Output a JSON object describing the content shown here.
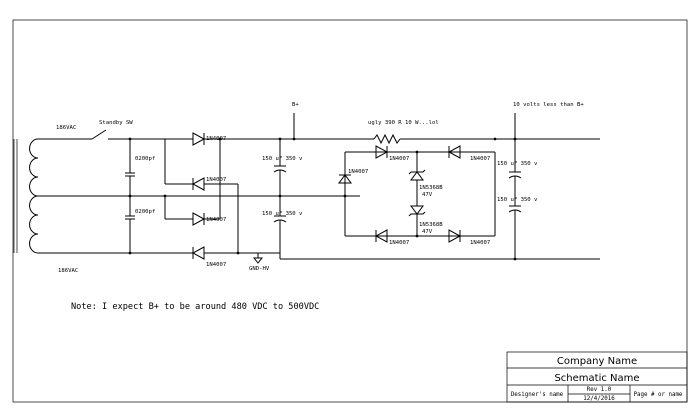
{
  "schematic": {
    "labels": {
      "secondary_top": "186VAC",
      "secondary_bottom": "186VAC",
      "standby_switch": "Standby SW",
      "cap_top": "0200pf",
      "cap_bottom": "0200pf",
      "d1": "1N4007",
      "d2": "1N4007",
      "d3": "1N4007",
      "d4": "1N4007",
      "bplus": "B+",
      "c1": "150 uF 350 v",
      "c2": "150 uF 350 v",
      "gnd": "GND-HV",
      "resistor": "ugly 390 R 10 W...lol",
      "out_label": "10 volts less than B+",
      "d5": "1N4007",
      "d6": "1N4007",
      "d7": "1N4007",
      "d8": "1N4007",
      "d9": "1N4007",
      "z1_part": "1N5368B",
      "z1_volt": "47V",
      "z2_part": "1N5368B",
      "z2_volt": "47V",
      "c3": "150 uF 350 v",
      "c4": "150 uF 350 v"
    },
    "note": "Note: I expect B+ to be around 480 VDC to 500VDC"
  },
  "title_block": {
    "company": "Company Name",
    "schematic": "Schematic Name",
    "designer": "Designer's name",
    "rev": "Rev 1.0",
    "date": "12/4/2016",
    "page": "Page # or name"
  }
}
